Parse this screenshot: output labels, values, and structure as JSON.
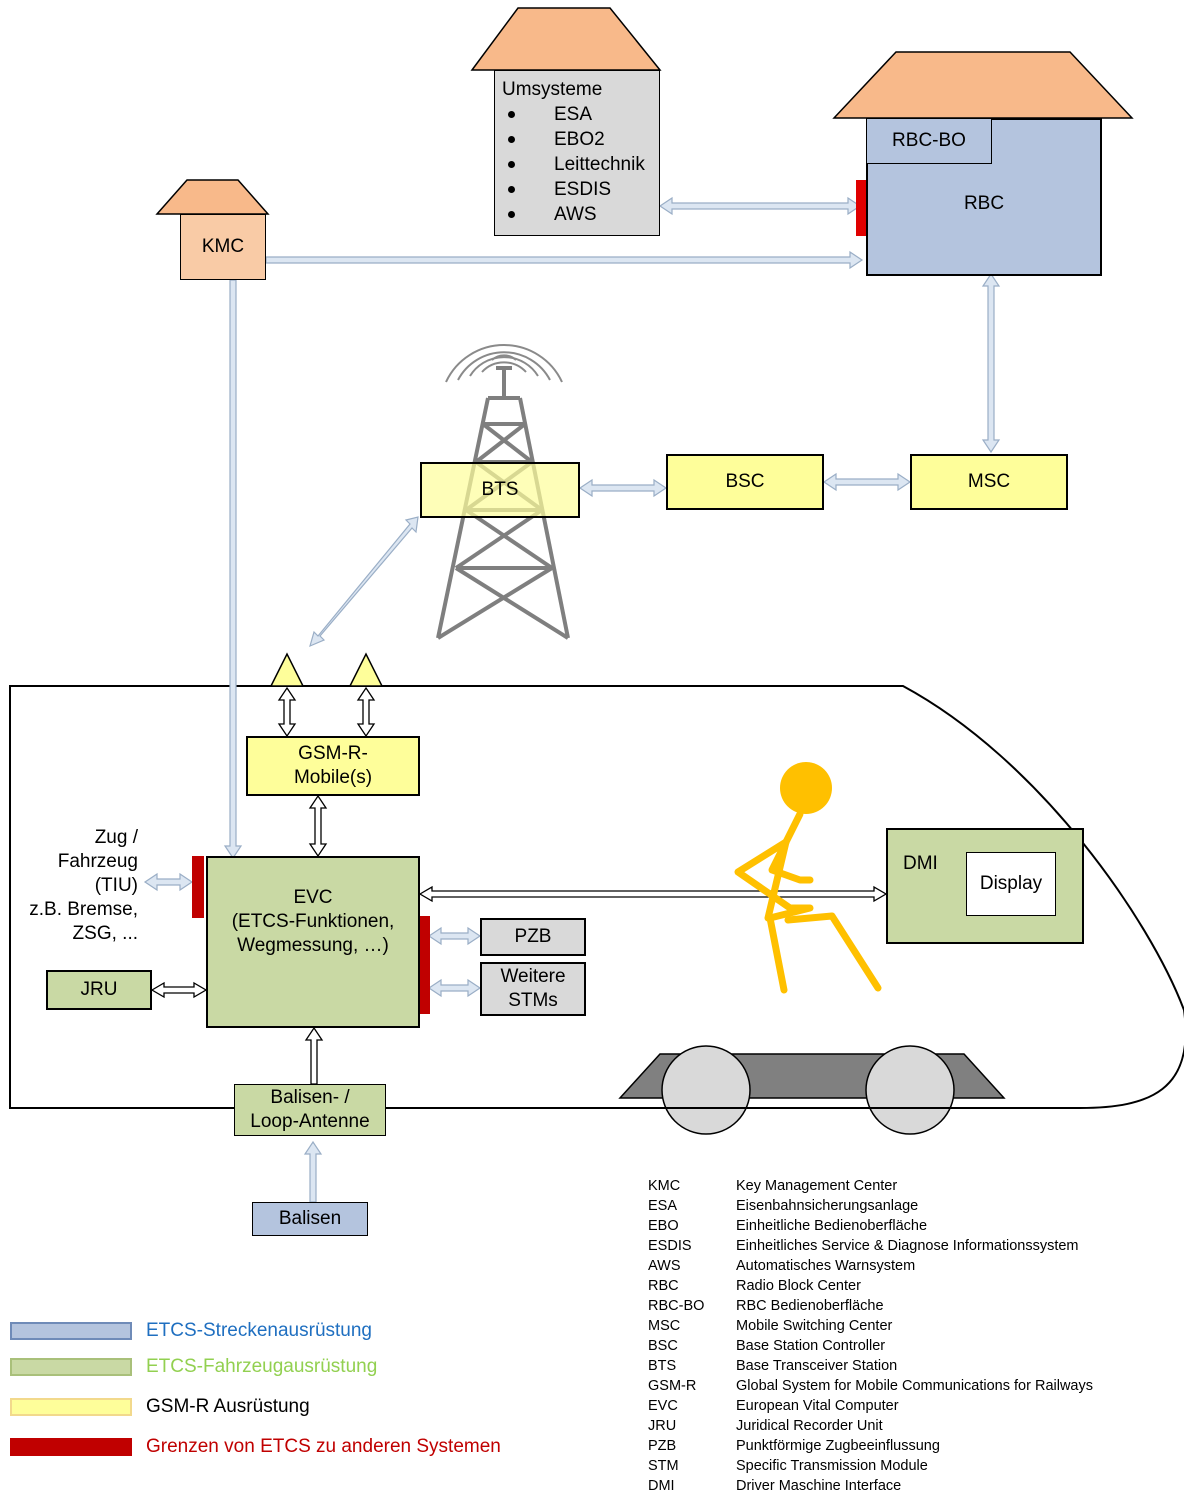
{
  "colors": {
    "strecke": "#b4c4de",
    "fahrzeug": "#c9d9a4",
    "gsmr": "#fefe9a",
    "grenze": "#c00000",
    "roof": "#f8b98a",
    "arrow_fill": "#dce6f2",
    "person": "#ffc000",
    "legend_blue_text": "#1f6fc0",
    "legend_green_text": "#92d050",
    "legend_red_text": "#c00000"
  },
  "nodes": {
    "umsysteme_title": "Umsysteme",
    "umsysteme_items": [
      "ESA",
      "EBO2",
      "Leittechnik",
      "ESDIS",
      "AWS"
    ],
    "rbc_bo": "RBC-BO",
    "rbc": "RBC",
    "kmc": "KMC",
    "bts": "BTS",
    "bsc": "BSC",
    "msc": "MSC",
    "gsmr_mobile": [
      "GSM-R-",
      "Mobile(s)"
    ],
    "zug_fahrzeug": [
      "Zug /",
      "Fahrzeug",
      "(TIU)",
      "z.B. Bremse,",
      "ZSG, ..."
    ],
    "evc": [
      "EVC",
      "(ETCS-Funktionen,",
      "Wegmessung, …)"
    ],
    "jru": "JRU",
    "pzb": "PZB",
    "weitere_stms": [
      "Weitere",
      "STMs"
    ],
    "dmi": "DMI",
    "display": "Display",
    "balisen_antenne": [
      "Balisen- /",
      "Loop-Antenne"
    ],
    "balisen": "Balisen"
  },
  "legend": [
    {
      "label": "ETCS-Streckenausrüstung",
      "swatch": "#b4c4de",
      "border": "#6f8bb8",
      "text_color": "#1f6fc0"
    },
    {
      "label": "ETCS-Fahrzeugausrüstung",
      "swatch": "#c9d9a4",
      "border": "#a9c07a",
      "text_color": "#92d050"
    },
    {
      "label": "GSM-R Ausrüstung",
      "swatch": "#fefe9a",
      "border": "#f2d98c",
      "text_color": "#000000"
    },
    {
      "label": "Grenzen von ETCS zu anderen Systemen",
      "swatch": "#c00000",
      "border": "#c00000",
      "text_color": "#c00000"
    }
  ],
  "abbreviations": [
    {
      "abbr": "KMC",
      "text": "Key Management Center"
    },
    {
      "abbr": "ESA",
      "text": "Eisenbahnsicherungsanlage"
    },
    {
      "abbr": "EBO",
      "text": "Einheitliche Bedienoberfläche"
    },
    {
      "abbr": "ESDIS",
      "text": "Einheitliches Service & Diagnose Informationssystem"
    },
    {
      "abbr": "AWS",
      "text": "Automatisches Warnsystem"
    },
    {
      "abbr": "RBC",
      "text": "Radio Block Center"
    },
    {
      "abbr": "RBC-BO",
      "text": "RBC Bedienoberfläche"
    },
    {
      "abbr": "MSC",
      "text": "Mobile Switching Center"
    },
    {
      "abbr": "BSC",
      "text": "Base Station Controller"
    },
    {
      "abbr": "BTS",
      "text": "Base Transceiver Station"
    },
    {
      "abbr": "GSM-R",
      "text": "Global System for Mobile Communications for Railways"
    },
    {
      "abbr": "EVC",
      "text": "European Vital Computer"
    },
    {
      "abbr": "JRU",
      "text": "Juridical Recorder Unit"
    },
    {
      "abbr": "PZB",
      "text": "Punktförmige Zugbeeinflussung"
    },
    {
      "abbr": "STM",
      "text": "Specific Transmission Module"
    },
    {
      "abbr": "DMI",
      "text": "Driver Maschine Interface"
    }
  ]
}
